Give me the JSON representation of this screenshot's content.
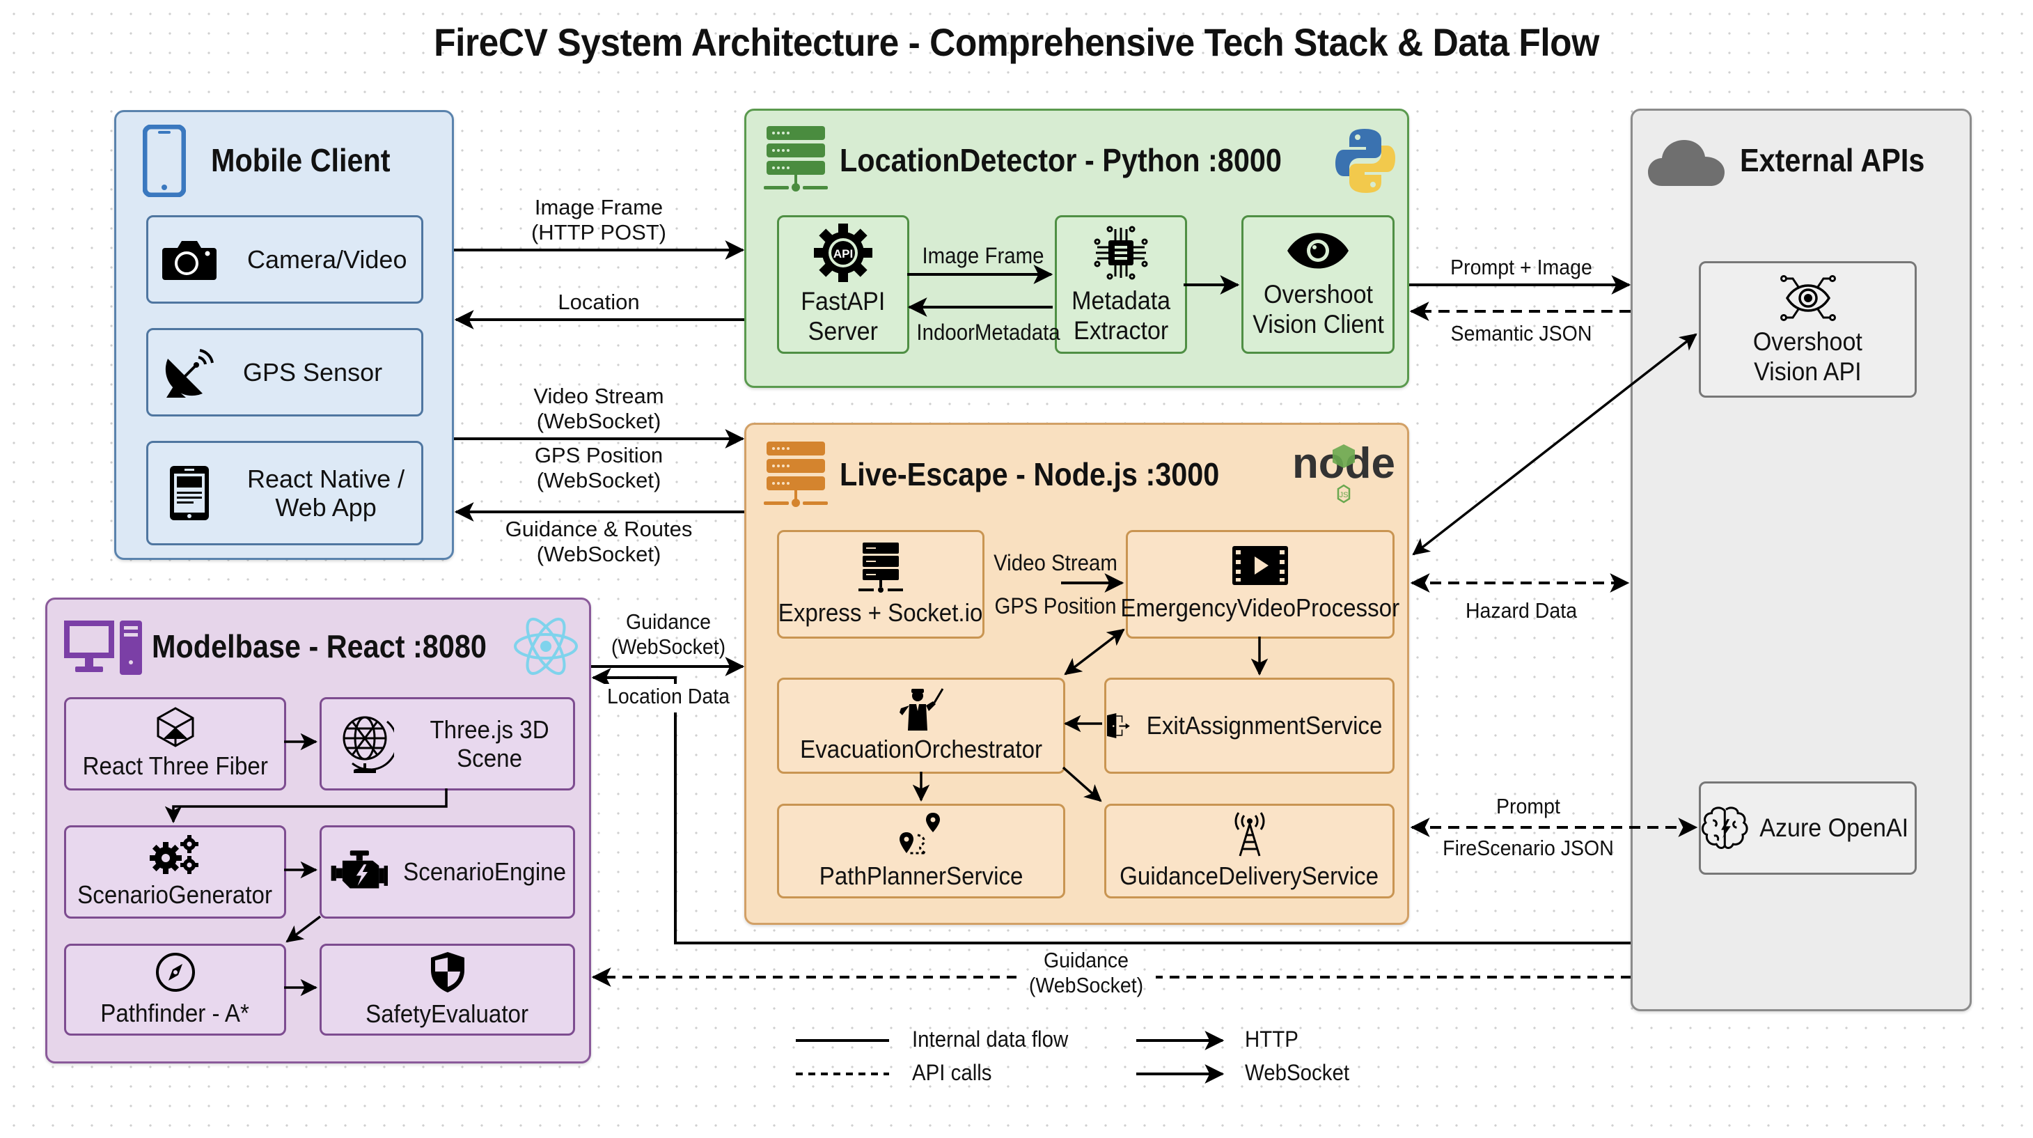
{
  "title": "FireCV System Architecture - Comprehensive Tech Stack & Data Flow",
  "colors": {
    "mobile": "#5a83ad",
    "location_detector": "#5a9a4e",
    "live_escape": "#d2a066",
    "modelbase": "#8a5a9a",
    "external": "#8c8c8c",
    "python_blue": "#3a72b0",
    "python_yellow": "#f2c94c",
    "node_green": "#6aa84f",
    "react_cyan": "#7fd3ec"
  },
  "groups": {
    "mobile": {
      "title": "Mobile Client",
      "icon": "smartphone-icon",
      "nodes": [
        {
          "label": "Camera/Video",
          "icon": "camera-icon"
        },
        {
          "label": "GPS Sensor",
          "icon": "satellite-dish-icon"
        },
        {
          "label": "React Native /\nWeb App",
          "line1": "React Native /",
          "line2": "Web App",
          "icon": "tablet-icon"
        }
      ]
    },
    "location_detector": {
      "title": "LocationDetector - Python :8000",
      "icon": "server-icon",
      "logo": "python-logo-icon",
      "nodes": [
        {
          "line1": "FastAPI",
          "line2": "Server",
          "icon": "api-gear-icon"
        },
        {
          "line1": "Metadata",
          "line2": "Extractor",
          "icon": "chip-icon"
        },
        {
          "line1": "Overshoot",
          "line2": "Vision Client",
          "icon": "eye-icon"
        }
      ],
      "edges": {
        "image_frame": "Image Frame",
        "indoor_metadata": "IndoorMetadata"
      }
    },
    "live_escape": {
      "title": "Live-Escape - Node.js :3000",
      "icon": "server-icon",
      "logo": "nodejs-logo-icon",
      "logo_text": "node",
      "nodes": [
        {
          "label": "Express + Socket.io",
          "icon": "server-rack-icon"
        },
        {
          "label": "EmergencyVideoProcessor",
          "icon": "film-play-icon"
        },
        {
          "label": "EvacuationOrchestrator",
          "icon": "conductor-icon"
        },
        {
          "label": "ExitAssignmentService",
          "icon": "exit-door-icon"
        },
        {
          "label": "PathPlannerService",
          "icon": "route-pin-icon"
        },
        {
          "label": "GuidanceDeliveryService",
          "icon": "radio-tower-icon"
        }
      ],
      "edges": {
        "video_stream": "Video Stream",
        "gps_position": "GPS Position"
      }
    },
    "modelbase": {
      "title": "Modelbase - React :8080",
      "icon": "desktop-computer-icon",
      "logo": "react-logo-icon",
      "nodes": [
        {
          "label": "React Three Fiber",
          "icon": "cube-icon"
        },
        {
          "line1": "Three.js 3D",
          "line2": "Scene",
          "icon": "globe-icon"
        },
        {
          "label": "ScenarioGenerator",
          "icon": "gears-icon"
        },
        {
          "label": "ScenarioEngine",
          "icon": "engine-icon"
        },
        {
          "label": "Pathfinder - A*",
          "icon": "compass-icon"
        },
        {
          "label": "SafetyEvaluator",
          "icon": "shield-icon"
        }
      ]
    },
    "external": {
      "title": "External APIs",
      "icon": "cloud-icon",
      "nodes": [
        {
          "line1": "Overshoot",
          "line2": "Vision API",
          "icon": "ai-eye-icon"
        },
        {
          "label": "Azure OpenAI",
          "icon": "brain-icon"
        }
      ]
    }
  },
  "edges": {
    "image_frame_http": {
      "line1": "Image Frame",
      "line2": "(HTTP POST)"
    },
    "location": "Location",
    "video_stream_ws": {
      "line1": "Video Stream",
      "line2": "(WebSocket)"
    },
    "gps_position_ws": {
      "line1": "GPS Position",
      "line2": "(WebSocket)"
    },
    "guidance_routes_ws": {
      "line1": "Guidance & Routes",
      "line2": "(WebSocket)"
    },
    "prompt_image": "Prompt + Image",
    "semantic_json": "Semantic JSON",
    "hazard_data": "Hazard Data",
    "prompt": "Prompt",
    "firescenario_json": "FireScenario JSON",
    "guidance_ws_modelbase": {
      "line1": "Guidance",
      "line2": "(WebSocket)"
    },
    "location_data": "Location Data",
    "guidance_ws_bottom": {
      "line1": "Guidance",
      "line2": "(WebSocket)"
    }
  },
  "legend": [
    {
      "style": "solid-line",
      "label": "Internal data flow"
    },
    {
      "style": "dashed-line",
      "label": "API calls"
    },
    {
      "style": "arrow",
      "label": "HTTP"
    },
    {
      "style": "arrow",
      "label": "WebSocket"
    }
  ]
}
